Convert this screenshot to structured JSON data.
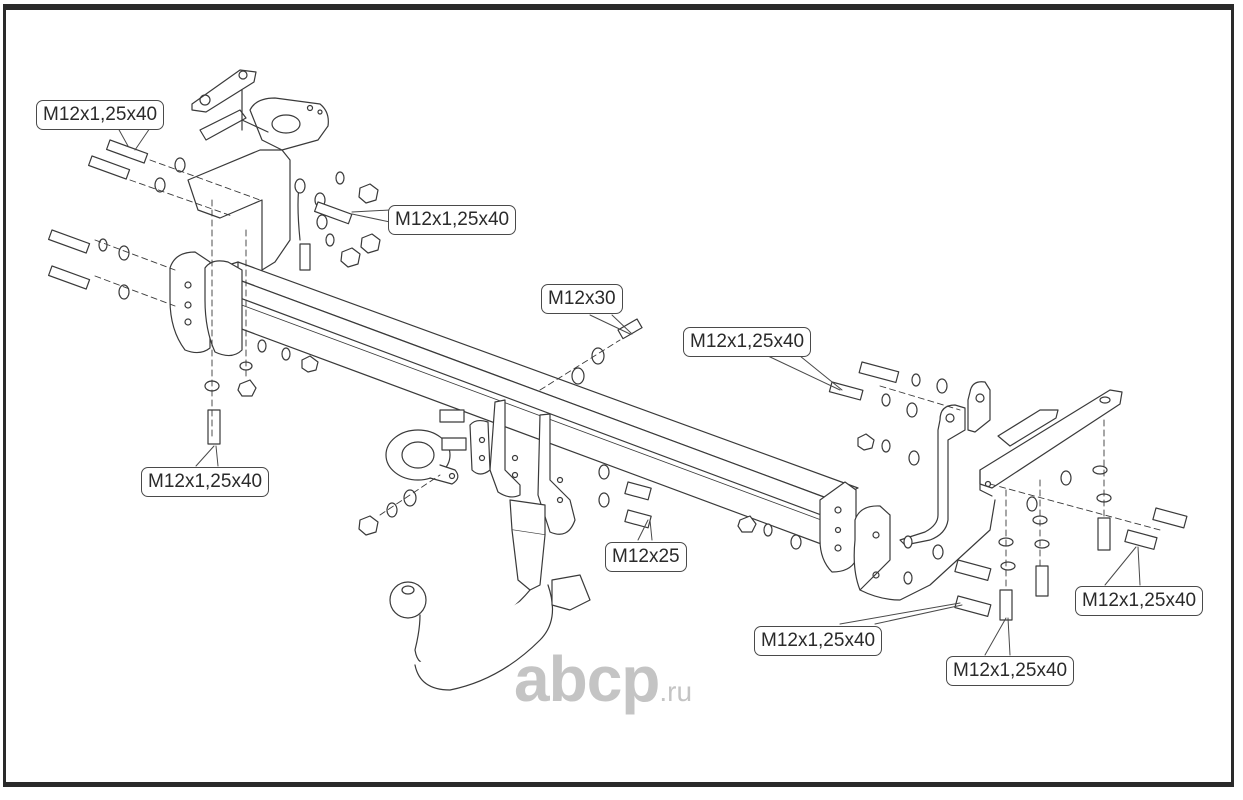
{
  "diagram": {
    "type": "exploded-assembly",
    "subject": "towbar (trailer hitch) assembly",
    "callouts": [
      {
        "id": "c1",
        "label": "M12x1,25x40"
      },
      {
        "id": "c2",
        "label": "M12x1,25x40"
      },
      {
        "id": "c3",
        "label": "M12x30"
      },
      {
        "id": "c4",
        "label": "M12x1,25x40"
      },
      {
        "id": "c5",
        "label": "M12x1,25x40"
      },
      {
        "id": "c6",
        "label": "M12x25"
      },
      {
        "id": "c7",
        "label": "M12x1,25x40"
      },
      {
        "id": "c8",
        "label": "M12x1,25x40"
      },
      {
        "id": "c9",
        "label": "M12x1,25x40"
      }
    ],
    "watermark": {
      "main": "abcp",
      "tld": ".ru"
    },
    "colors": {
      "line": "#3a3a3a",
      "frame": "#2a2a2a",
      "watermark": "#c4c4c4",
      "background": "#ffffff"
    }
  }
}
